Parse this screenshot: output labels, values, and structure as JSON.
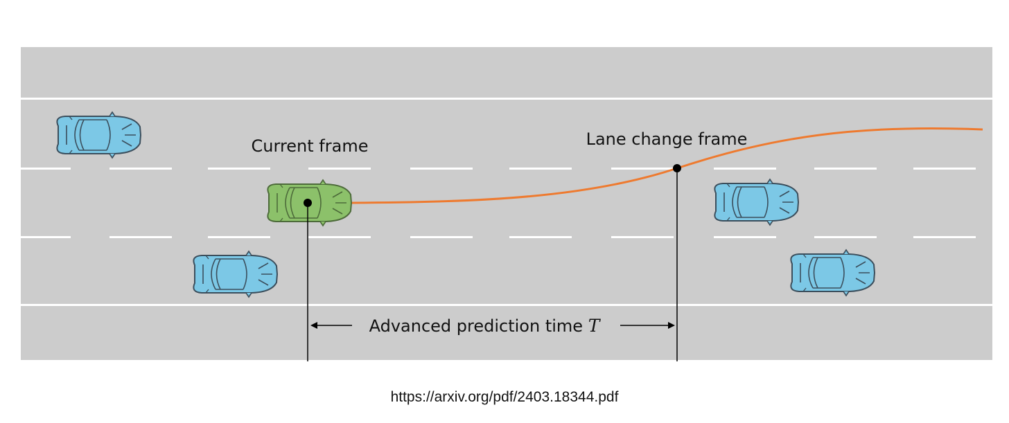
{
  "labels": {
    "current_frame": "Current frame",
    "lane_change_frame": "Lane change frame",
    "prediction_time": "Advanced prediction time ",
    "prediction_time_symbol": "T"
  },
  "source_url": "https://arxiv.org/pdf/2403.18344.pdf",
  "colors": {
    "road": "#cccccc",
    "lane_marking": "#ffffff",
    "ego_car": "#8cc16a",
    "ego_car_outline": "#4d6b3a",
    "other_car": "#7cc8e6",
    "other_car_outline": "#3b4e5c",
    "trajectory": "#ee7a2f",
    "marker": "#000000"
  },
  "icons": {
    "ego": "ego-car-icon",
    "other": "car-icon"
  }
}
